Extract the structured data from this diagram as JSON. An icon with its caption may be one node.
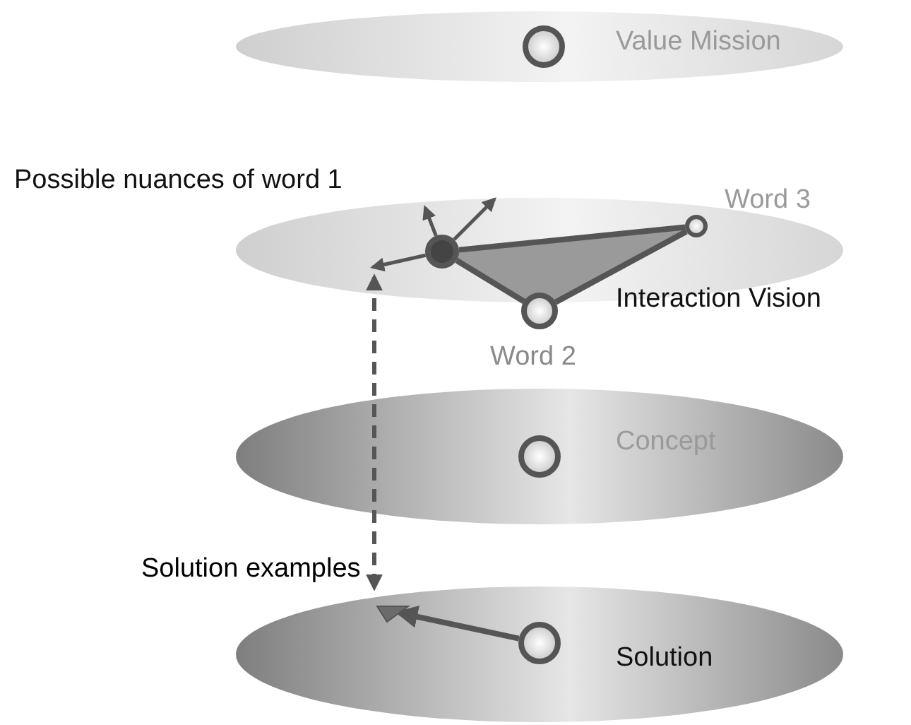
{
  "diagram": {
    "nodes": [
      {
        "text": [
          "Value Mission"
        ]
      },
      {
        "text": [],
        "shape": "circle",
        "in": 0
      },
      {
        "text": [
          "Interaction Vision"
        ]
      },
      {
        "text": [],
        "shape": "circle",
        "in": 2,
        "beside": [
          "Possible nuances of word 1"
        ]
      },
      {
        "text": [
          "Word 2"
        ]
      },
      {
        "text": [
          "Word 3"
        ],
        "in": 2
      },
      {
        "text": [
          "Concept"
        ]
      },
      {
        "text": [],
        "shape": "circle",
        "in": 6
      },
      {
        "text": [
          "Solution"
        ]
      },
      {
        "text": [],
        "shape": "triangle",
        "in": 8
      },
      {
        "text": [],
        "shape": "circle",
        "in": 8
      }
    ],
    "edges": [
      {
        "from": 3,
        "to": 5,
        "arrow": "none"
      },
      {
        "from": 3,
        "to": 4,
        "arrow": "none"
      },
      {
        "from": 4,
        "to": 5,
        "arrow": "none"
      },
      {
        "from": 3,
        "to": null,
        "arrow": "to"
      },
      {
        "from": 3,
        "to": null,
        "arrow": "to"
      },
      {
        "from": 3,
        "to": null,
        "arrow": "to"
      },
      {
        "from": 2,
        "to": 9,
        "arrow": "both",
        "style": "dashed",
        "label": "Solution examples"
      },
      {
        "from": 10,
        "to": 9,
        "arrow": "to"
      }
    ]
  }
}
